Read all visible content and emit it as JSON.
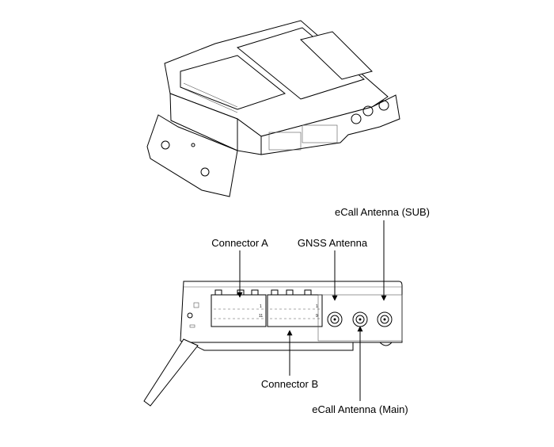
{
  "labels": {
    "connector_a": "Connector A",
    "connector_b": "Connector B",
    "gnss_antenna": "GNSS Antenna",
    "ecall_antenna_sub": "eCall Antenna (SUB)",
    "ecall_antenna_main": "eCall Antenna (Main)"
  },
  "pin_numbers": {
    "a_top": "1",
    "a_bottom": "11",
    "b_top": "1",
    "b_bottom": "9"
  }
}
